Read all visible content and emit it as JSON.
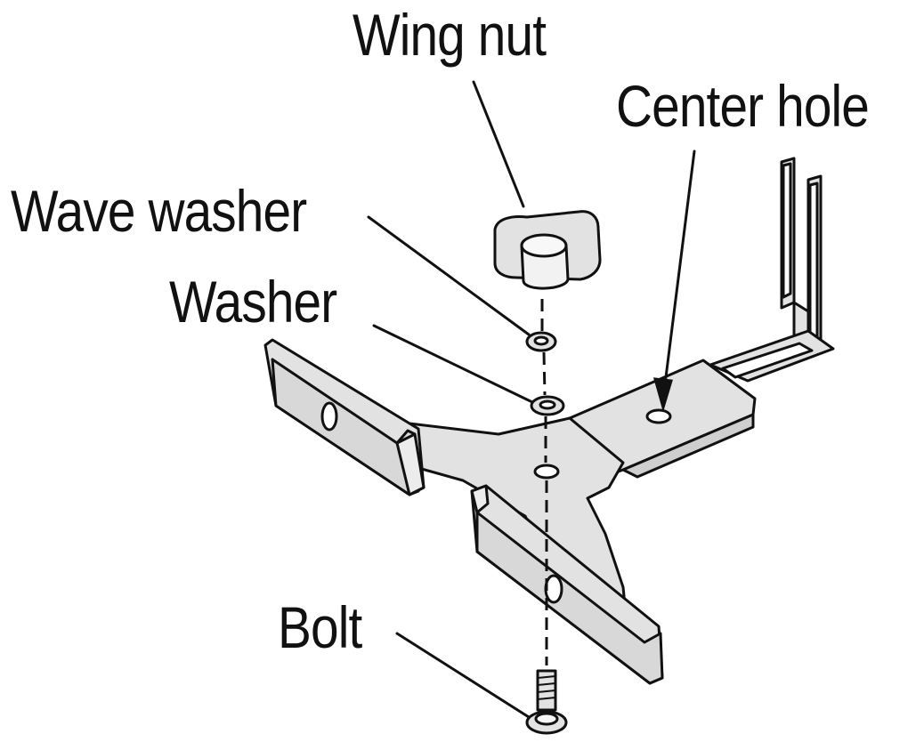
{
  "labels": {
    "wing_nut": "Wing nut",
    "center_hole": "Center hole",
    "wave_washer": "Wave washer",
    "washer": "Washer",
    "bolt": "Bolt"
  },
  "colors": {
    "part_fill": "#e2e2e2",
    "stroke": "#111111",
    "background": "#ffffff"
  }
}
